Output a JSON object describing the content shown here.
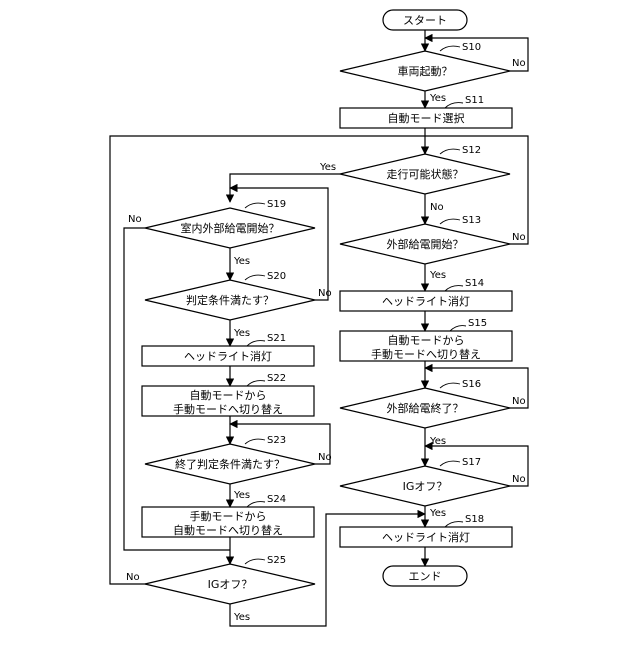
{
  "terminals": {
    "start": "スタート",
    "end": "エンド"
  },
  "steps": {
    "s10": {
      "id": "S10",
      "text": "車両起動？"
    },
    "s11": {
      "id": "S11",
      "text": "自動モード選択"
    },
    "s12": {
      "id": "S12",
      "text": "走行可能状態？"
    },
    "s13": {
      "id": "S13",
      "text": "外部給電開始？"
    },
    "s14": {
      "id": "S14",
      "text": "ヘッドライト消灯"
    },
    "s15": {
      "id": "S15",
      "line1": "自動モードから",
      "line2": "手動モードへ切り替え"
    },
    "s16": {
      "id": "S16",
      "text": "外部給電終了？"
    },
    "s17": {
      "id": "S17",
      "text": "IGオフ？"
    },
    "s18": {
      "id": "S18",
      "text": "ヘッドライト消灯"
    },
    "s19": {
      "id": "S19",
      "text": "室内外部給電開始？"
    },
    "s20": {
      "id": "S20",
      "text": "判定条件満たす？"
    },
    "s21": {
      "id": "S21",
      "text": "ヘッドライト消灯"
    },
    "s22": {
      "id": "S22",
      "line1": "自動モードから",
      "line2": "手動モードへ切り替え"
    },
    "s23": {
      "id": "S23",
      "text": "終了判定条件満たす？"
    },
    "s24": {
      "id": "S24",
      "line1": "手動モードから",
      "line2": "自動モードへ切り替え"
    },
    "s25": {
      "id": "S25",
      "text": "IGオフ？"
    }
  },
  "labels": {
    "yes": "Yes",
    "no": "No"
  }
}
